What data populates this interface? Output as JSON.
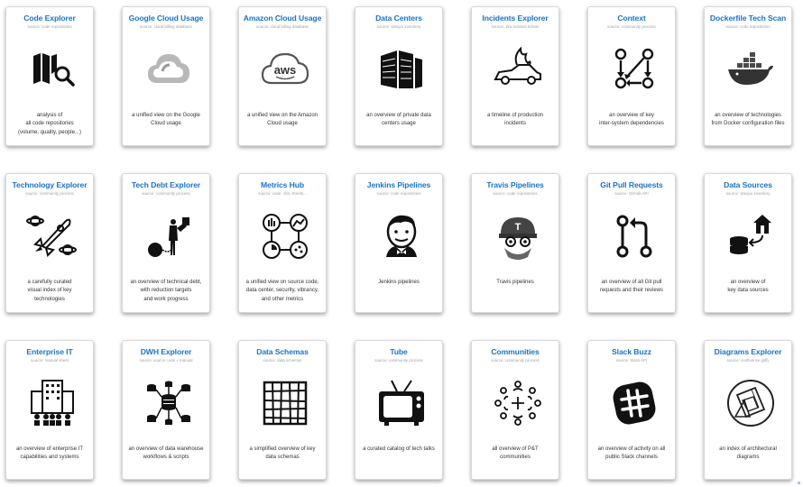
{
  "cards": [
    {
      "title": "Code Explorer",
      "source": "source: code repositories",
      "description": "analysis of\nall code repositories\n(volume, quality, people...)",
      "icon": "map-magnifier-icon"
    },
    {
      "title": "Google Cloud Usage",
      "source": "source: cloud billing database",
      "description": "a unified view on the Google\nCloud usage",
      "icon": "google-cloud-icon"
    },
    {
      "title": "Amazon Cloud Usage",
      "source": "source: cloud billing database",
      "description": "a unified view on the Amazon\nCloud usage",
      "icon": "aws-cloud-icon"
    },
    {
      "title": "Data Centers",
      "source": "source: sitexpo inventory",
      "description": "an overview of private data\ncenters usage",
      "icon": "building-icon"
    },
    {
      "title": "Incidents Explorer",
      "source": "source: Jira incident tickets",
      "description": "a timeline of production\nincidents",
      "icon": "car-on-fire-icon"
    },
    {
      "title": "Context",
      "source": "source: community process",
      "description": "an overview of key\ninter-system dependencies",
      "icon": "dependency-arrows-icon"
    },
    {
      "title": "Dockerfile Tech Scan",
      "source": "source: code repositories",
      "description": "an overview of technologies\nfrom Docker configuration files",
      "icon": "docker-whale-icon"
    },
    {
      "title": "Technology Explorer",
      "source": "source: community process",
      "description": "a carefully curated\nvisual index of key\ntechnologies",
      "icon": "rocket-planets-icon"
    },
    {
      "title": "Tech Debt Explorer",
      "source": "source: community process",
      "description": "an overview of technical debt,\nwith reduction targets\nand work progress",
      "icon": "ball-and-chain-icon"
    },
    {
      "title": "Metrics Hub",
      "source": "source: code, Jira, sheets...",
      "description": "a unified view on source code,\ndata center, security, vibrancy,\nand other metrics",
      "icon": "metrics-network-icon"
    },
    {
      "title": "Jenkins Pipelines",
      "source": "source: code repositories",
      "description": "Jenkins pipelines",
      "icon": "jenkins-butler-icon"
    },
    {
      "title": "Travis Pipelines",
      "source": "source: code repositories",
      "description": "Travis pipelines",
      "icon": "travis-mascot-icon"
    },
    {
      "title": "Git Pull Requests",
      "source": "source: GitHub API",
      "description": "an overview of all Git pull\nrequests and their reviews",
      "icon": "pull-request-icon"
    },
    {
      "title": "Data Sources",
      "source": "source: sitexpo inventory",
      "description": "an overview of\nkey data sources",
      "icon": "database-house-icon"
    },
    {
      "title": "Enterprise IT",
      "source": "source: manual sheet",
      "description": "an overview of enterprise IT\ncapabilities and systems",
      "icon": "enterprise-building-icon"
    },
    {
      "title": "DWH Explorer",
      "source": "source: source code + manual",
      "description": "an overview of data warehouse\nworkflows & scripts",
      "icon": "database-network-icon"
    },
    {
      "title": "Data Schemas",
      "source": "source: data schemas",
      "description": "a simplified overview of key\ndata schemas",
      "icon": "schema-grid-icon"
    },
    {
      "title": "Tube",
      "source": "source: community process",
      "description": "a curated catalog of tech talks",
      "icon": "television-icon"
    },
    {
      "title": "Communities",
      "source": "source: community process",
      "description": "all overview of P&T\ncommunities",
      "icon": "people-circle-icon"
    },
    {
      "title": "Slack Buzz",
      "source": "source: Slack API",
      "description": "an overview of activity on all\npublic Slack channels",
      "icon": "slack-hash-icon"
    },
    {
      "title": "Diagrams Explorer",
      "source": "source: confluence gliffy",
      "description": "an index of architectural\ndiagrams",
      "icon": "architecture-diagram-icon"
    }
  ]
}
